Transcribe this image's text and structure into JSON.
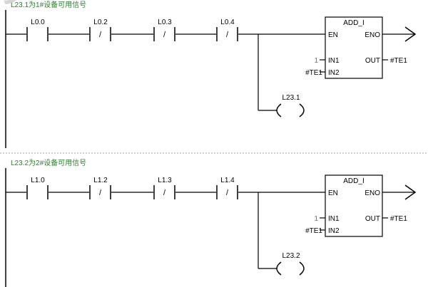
{
  "networks": [
    {
      "comment": "L23.1为1#设备可用信号",
      "contacts": [
        {
          "address": "L0.0",
          "negated": false
        },
        {
          "address": "L0.2",
          "negated": true
        },
        {
          "address": "L0.3",
          "negated": true
        },
        {
          "address": "L0.4",
          "negated": true
        }
      ],
      "box": {
        "title": "ADD_I",
        "en": "EN",
        "eno": "ENO",
        "in1_label": "IN1",
        "in2_label": "IN2",
        "out_label": "OUT",
        "in1_value": "1",
        "in2_value": "#TE1",
        "out_value": "#TE1"
      },
      "coil": {
        "address": "L23.1"
      }
    },
    {
      "comment": "L23.2为2#设备可用信号",
      "contacts": [
        {
          "address": "L1.0",
          "negated": false
        },
        {
          "address": "L1.2",
          "negated": true
        },
        {
          "address": "L1.3",
          "negated": true
        },
        {
          "address": "L1.4",
          "negated": true
        }
      ],
      "box": {
        "title": "ADD_I",
        "en": "EN",
        "eno": "ENO",
        "in1_label": "IN1",
        "in2_label": "IN2",
        "out_label": "OUT",
        "in1_value": "1",
        "in2_value": "#TE1",
        "out_value": "#TE1"
      },
      "coil": {
        "address": "L23.2"
      }
    }
  ],
  "watermark": "gongkong",
  "colors": {
    "comment_text": "#2e7d2e",
    "line": "#000000",
    "separator": "#a0a0a0",
    "constant": "#808000",
    "watermark": "#c8c8c8"
  }
}
